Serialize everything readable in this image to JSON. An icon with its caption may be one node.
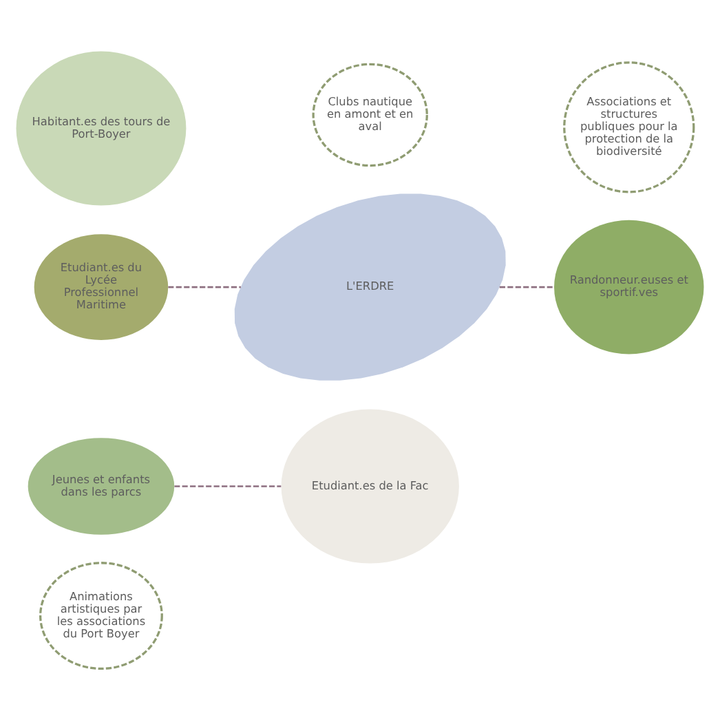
{
  "diagram": {
    "nodes": [
      {
        "text": [
          "Habitant.es des tours de Port-Boyer"
        ]
      },
      {
        "text": [
          "Clubs nautique en amont et en aval"
        ]
      },
      {
        "text": [
          "Associations et structures publiques pour la protection de la biodiversité"
        ]
      },
      {
        "text": [
          "Etudiant.es du Lycée Professionnel Maritime"
        ]
      },
      {
        "text": [
          "L'ERDRE"
        ]
      },
      {
        "text": [
          "Jeunes et enfants dans les parcs"
        ]
      },
      {
        "text": [
          "Randonneur.euses et sportif.ves"
        ]
      },
      {
        "text": [
          "Animations artistiques par les associations du Port Boyer"
        ]
      },
      {
        "text": [
          "Etudiant.es de la Fac"
        ]
      }
    ],
    "edges": [
      {
        "from": 3,
        "to": 4,
        "arrow": "none",
        "style": "dashed"
      },
      {
        "from": 4,
        "to": 6,
        "arrow": "none",
        "style": "dashed"
      },
      {
        "from": 5,
        "to": 8,
        "arrow": "none",
        "style": "dashed"
      }
    ]
  }
}
